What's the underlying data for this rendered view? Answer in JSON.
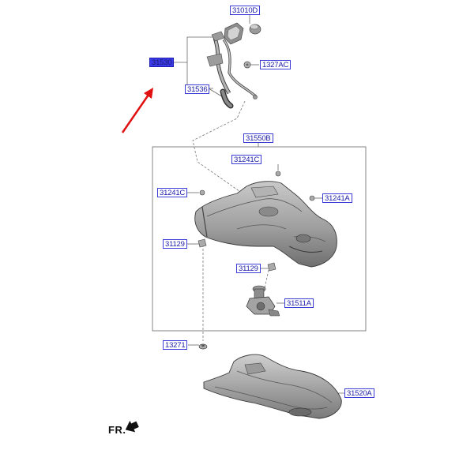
{
  "callouts": {
    "c31010D": "31010D",
    "c31530": "31530",
    "c1327AC": "1327AC",
    "c31536": "31536",
    "c31550B": "31550B",
    "c31241C_top": "31241C",
    "c31241C_left": "31241C",
    "c31241A": "31241A",
    "c31129_left": "31129",
    "c31129_mid": "31129",
    "c31511A": "31511A",
    "c13271": "13271",
    "c31520A": "31520A"
  },
  "direction_label": "FR.",
  "colors": {
    "callout_text": "#1a1aa6",
    "callout_border": "#3c3cd6",
    "highlight_fill": "#3a3ae8",
    "pointer_arrow": "#e01010",
    "leader_line": "#666666",
    "part_fill": "#a9a9a9",
    "part_shadow": "#6e6e6e"
  },
  "icons": {
    "direction": "forward-arrow-icon",
    "pointer": "red-pointer-arrow-icon"
  }
}
